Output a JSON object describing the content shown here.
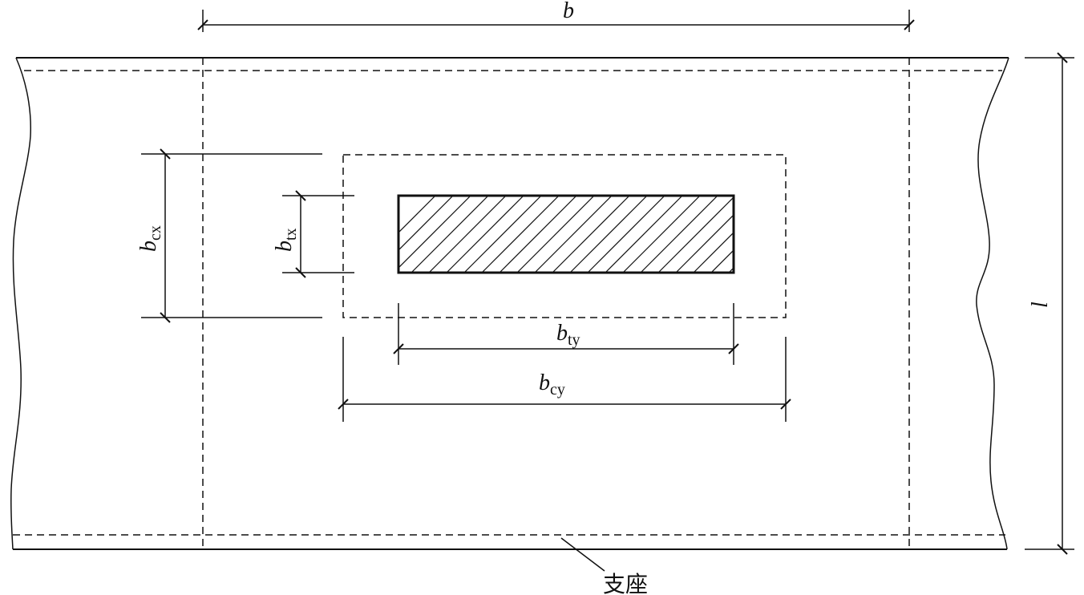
{
  "labels": {
    "b_main": "b",
    "l_main": "l",
    "bcx_main": "b",
    "bcx_sub": "cx",
    "btx_main": "b",
    "btx_sub": "tx",
    "bty_main": "b",
    "bty_sub": "ty",
    "bcy_main": "b",
    "bcy_sub": "cy",
    "support": "支座"
  }
}
